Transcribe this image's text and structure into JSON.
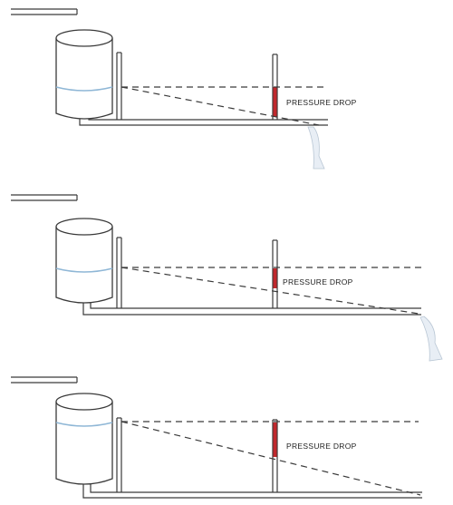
{
  "panels": [
    {
      "label": "PRESSURE DROP"
    },
    {
      "label": "PRESSURE DROP"
    },
    {
      "label": "PRESSURE DROP"
    }
  ],
  "colors": {
    "line": "#3a3a3a",
    "water": "#8fb7d6",
    "red_column": "#c0282c",
    "pipe_fill": "#ffffff"
  }
}
